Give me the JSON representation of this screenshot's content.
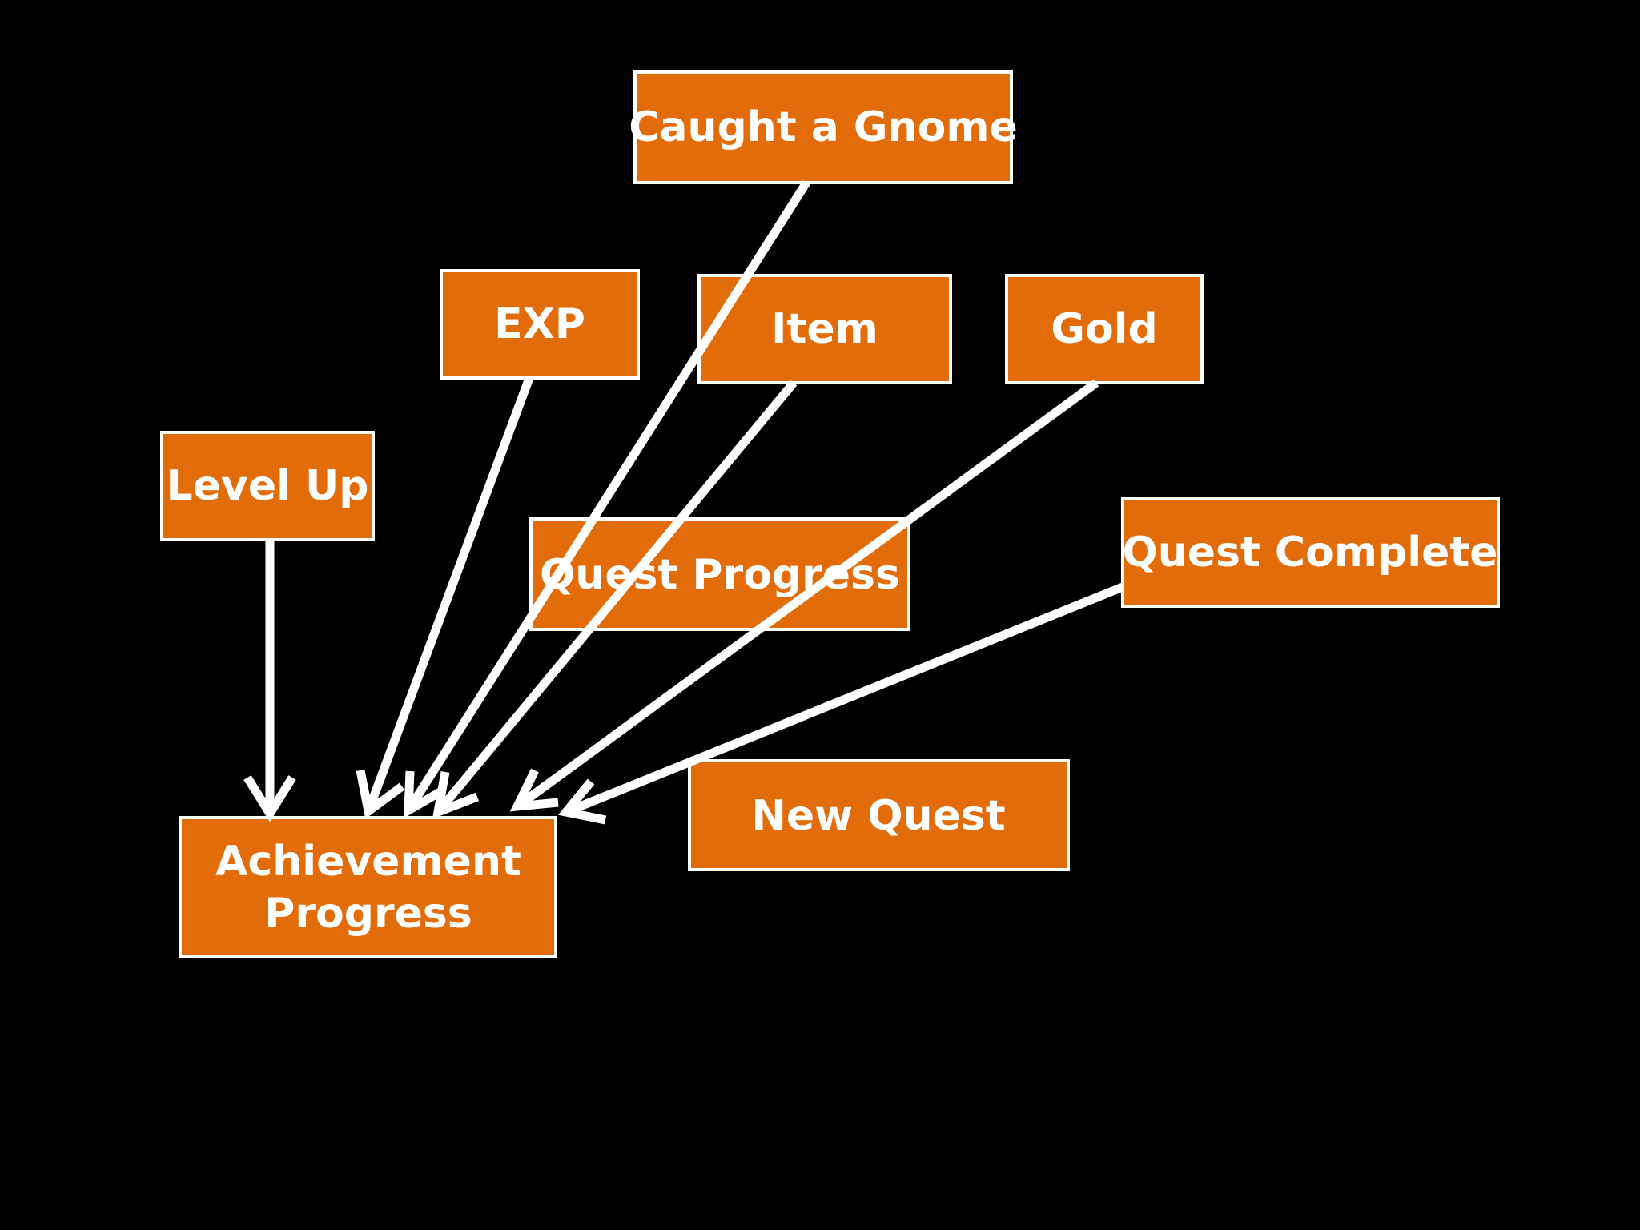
{
  "diagram": {
    "background": "#000000",
    "node_fill": "#e36c0a",
    "node_border": "#ffffff",
    "arrow_color": "#ffffff",
    "nodes": {
      "caught_a_gnome": "Caught a Gnome",
      "exp": "EXP",
      "item": "Item",
      "gold": "Gold",
      "level_up": "Level Up",
      "quest_progress": "Quest Progress",
      "quest_complete": "Quest Complete",
      "new_quest": "New Quest",
      "achievement_progress": {
        "line1": "Achievement",
        "line2": "Progress"
      }
    },
    "edges": [
      {
        "from": "Level Up",
        "to": "Achievement Progress"
      },
      {
        "from": "EXP",
        "to": "Achievement Progress"
      },
      {
        "from": "Caught a Gnome",
        "to": "Achievement Progress"
      },
      {
        "from": "Item",
        "to": "Achievement Progress"
      },
      {
        "from": "Gold",
        "to": "Achievement Progress"
      },
      {
        "from": "Quest Complete",
        "to": "Achievement Progress"
      }
    ]
  }
}
